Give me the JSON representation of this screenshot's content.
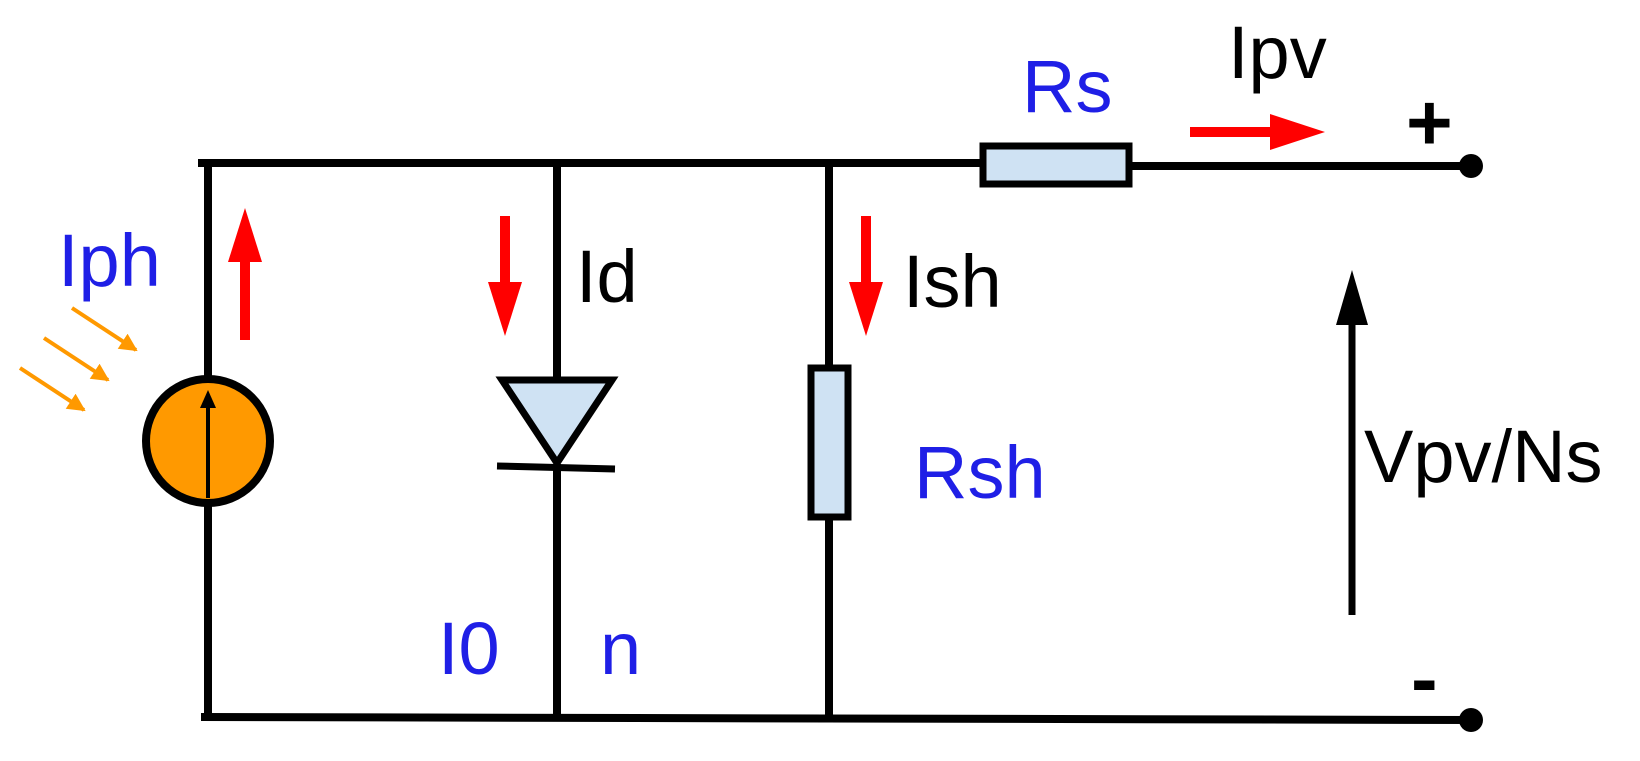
{
  "labels": {
    "iph": "Iph",
    "id": "Id",
    "ish": "Ish",
    "rs": "Rs",
    "ipv": "Ipv",
    "rsh": "Rsh",
    "vpv": "Vpv/Ns",
    "i0": "I0",
    "n": "n",
    "plus": "+",
    "minus": "-"
  },
  "colors": {
    "wire": "#000000",
    "parameter_text": "#1f1fe6",
    "current_arrow": "#ff0000",
    "component_fill": "#cfe2f3",
    "source_fill": "#ff9900",
    "light_rays": "#ff9900"
  },
  "icons": {
    "source": "current-source-icon",
    "diode": "diode-icon",
    "resistor": "resistor-icon",
    "light": "light-rays-icon"
  }
}
